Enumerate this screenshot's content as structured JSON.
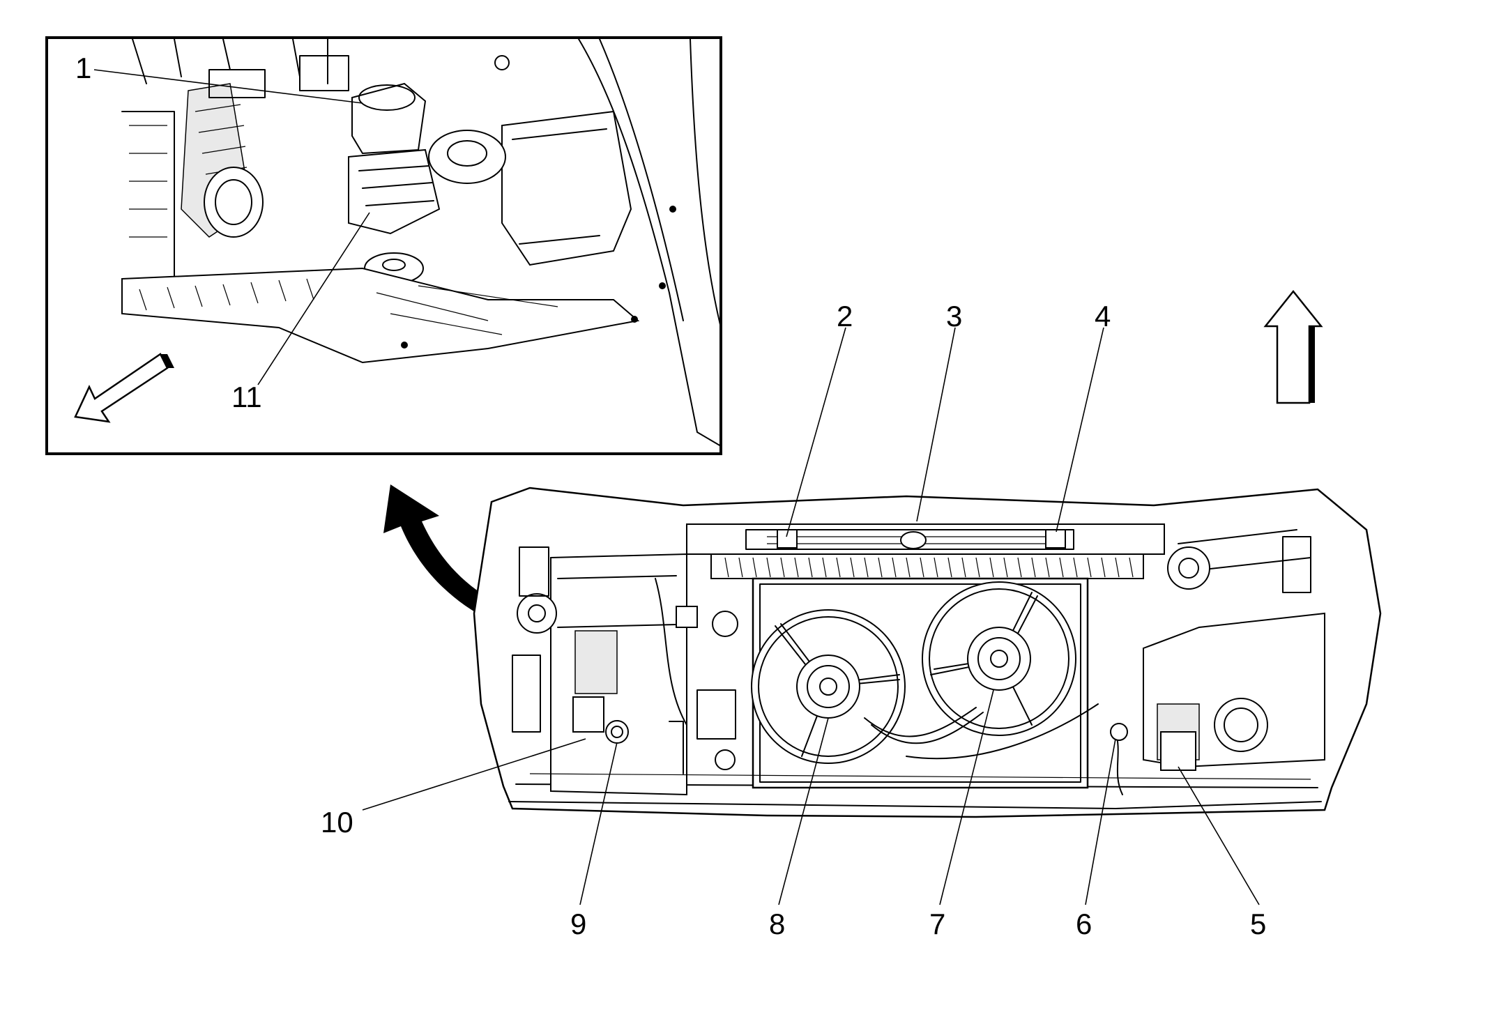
{
  "callouts": [
    {
      "id": "1",
      "label": "1"
    },
    {
      "id": "2",
      "label": "2"
    },
    {
      "id": "3",
      "label": "3"
    },
    {
      "id": "4",
      "label": "4"
    },
    {
      "id": "5",
      "label": "5"
    },
    {
      "id": "6",
      "label": "6"
    },
    {
      "id": "7",
      "label": "7"
    },
    {
      "id": "8",
      "label": "8"
    },
    {
      "id": "9",
      "label": "9"
    },
    {
      "id": "10",
      "label": "10"
    },
    {
      "id": "11",
      "label": "11"
    }
  ],
  "icons": {
    "up_arrow": "direction-up-arrow-icon",
    "inset_arrow": "direction-front-arrow-icon",
    "curved_arrow": "detail-view-arrow-icon"
  },
  "colors": {
    "line": "#000000",
    "background": "#ffffff"
  }
}
